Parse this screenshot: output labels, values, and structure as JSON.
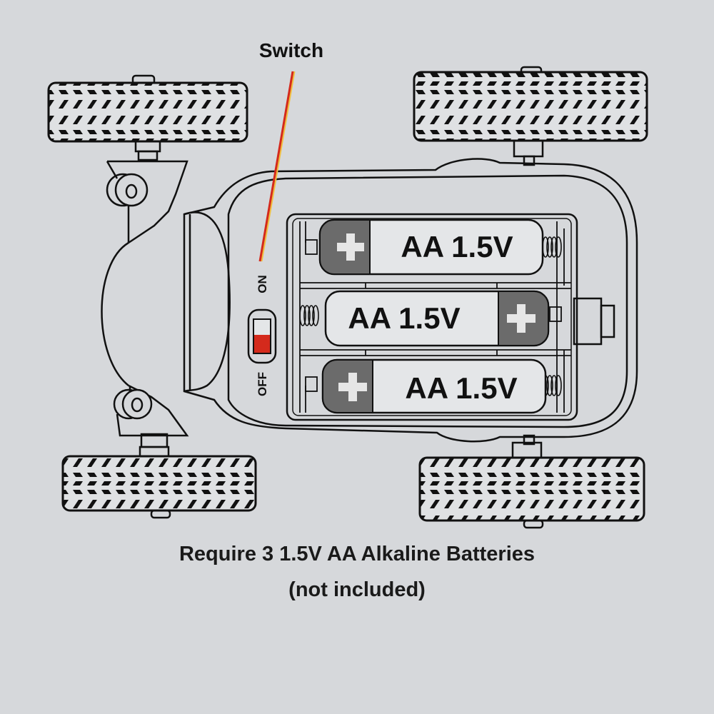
{
  "diagram": {
    "title": "Battery installation diagram",
    "switch_label": "Switch",
    "switch_state_on_label": "ON",
    "switch_state_off_label": "OFF",
    "switch_position": "OFF",
    "batteries": [
      {
        "label": "AA 1.5V",
        "positive_terminal_side": "left",
        "positive_symbol": "+"
      },
      {
        "label": "AA 1.5V",
        "positive_terminal_side": "right",
        "positive_symbol": "+"
      },
      {
        "label": "AA 1.5V",
        "positive_terminal_side": "left",
        "positive_symbol": "+"
      }
    ],
    "wheels": [
      "front-left",
      "front-right",
      "rear-left",
      "rear-right"
    ],
    "caption_line1": "Require 3 1.5V AA Alkaline Batteries",
    "caption_line2": "(not included)",
    "colors": {
      "background": "#d6d8db",
      "line": "#111111",
      "pointer": "#d42a1c",
      "switch_indicator": "#d42a1c",
      "battery_cap": "#6b6b6b",
      "battery_body": "#e4e6e8"
    }
  }
}
